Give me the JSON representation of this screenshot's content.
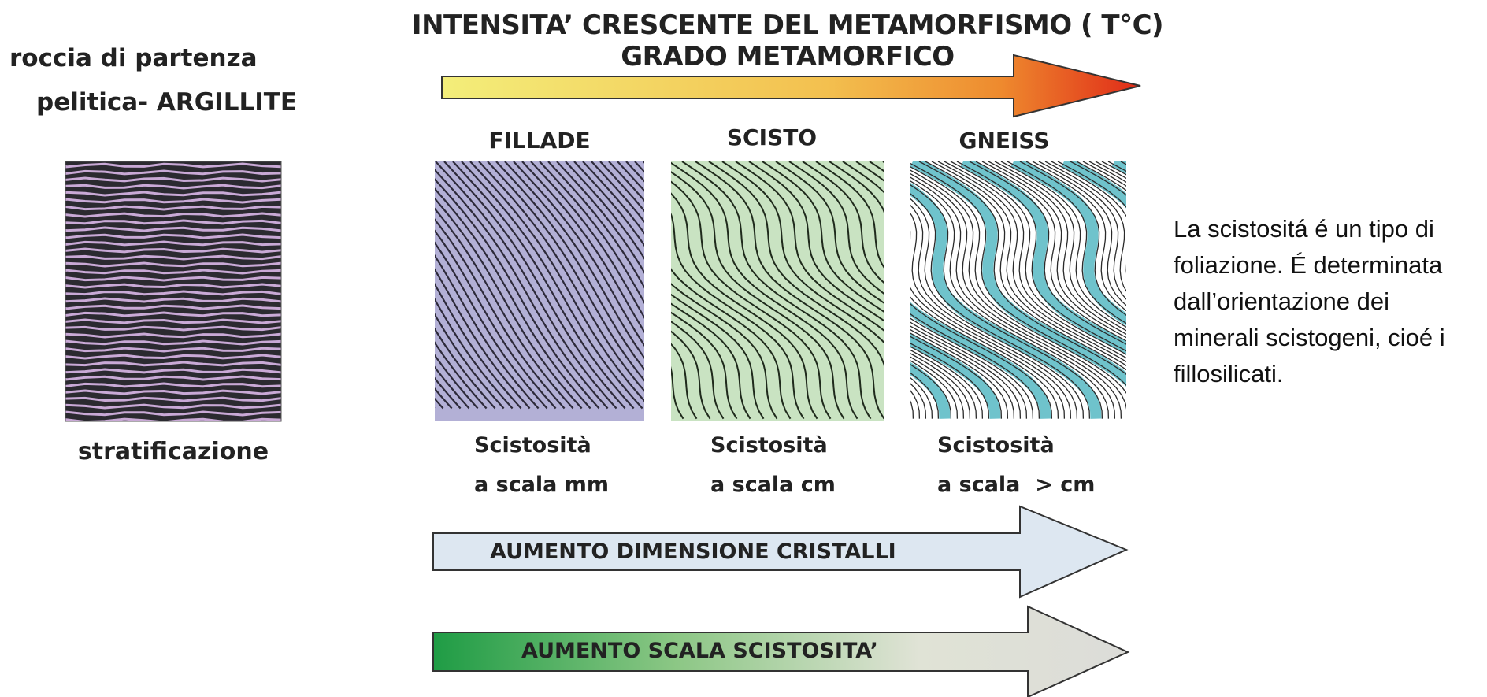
{
  "header": {
    "title_line1": "INTENSITA’ CRESCENTE DEL METAMORFISMO ( T°C)",
    "title_line2": "GRADO METAMORFICO"
  },
  "start_rock": {
    "line1": "roccia di partenza",
    "line2": "pelitica- ARGILLITE",
    "caption": "stratificazione"
  },
  "rocks": [
    {
      "name": "FILLADE",
      "scale_line1": "Scistosità",
      "scale_line2": "a scala mm"
    },
    {
      "name": "SCISTO",
      "scale_line1": "Scistosità",
      "scale_line2": "a scala cm"
    },
    {
      "name": "GNEISS",
      "scale_line1": "Scistosità",
      "scale_line2": "a scala  > cm"
    }
  ],
  "arrows": {
    "crystal_size": "AUMENTO DIMENSIONE CRISTALLI",
    "schistosity_scale": "AUMENTO SCALA SCISTOSITA’"
  },
  "note": "La scistositá é un tipo di foliazione. É determinata dall’orientazione dei minerali scistogeni, cioé i fillosilicati.",
  "colors": {
    "temperature_gradient": [
      "#f3ee7a",
      "#f3b84a",
      "#e53a1c"
    ],
    "crystal_arrow": "#dde7f1",
    "scale_arrow_gradient": [
      "#22a24a",
      "#e6e6e2"
    ],
    "fillade_bg": "#b3b0d6",
    "scisto_bg": "#c9e3c2",
    "gneiss_band": "#6fc3cc"
  }
}
